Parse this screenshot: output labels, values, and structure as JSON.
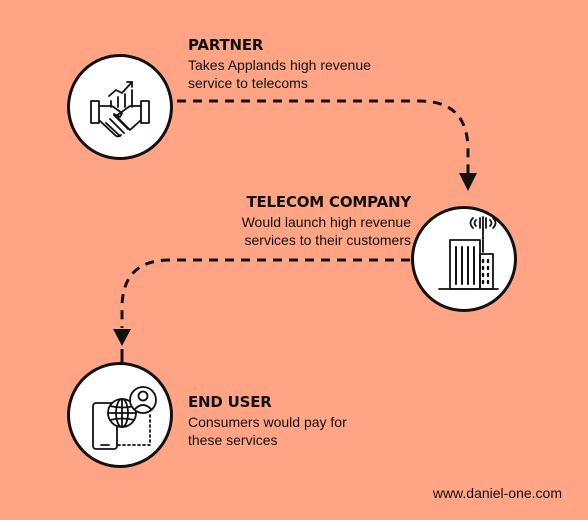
{
  "steps": [
    {
      "title": "PARTNER",
      "description_lines": [
        "Takes Applands high revenue",
        "service to telecoms"
      ],
      "icon": "handshake-growth-icon"
    },
    {
      "title": "TELECOM COMPANY",
      "description_lines": [
        "Would launch high revenue",
        "services to their customers"
      ],
      "icon": "office-buildings-antenna-icon"
    },
    {
      "title": "END USER",
      "description_lines": [
        "Consumers would pay for",
        "these services"
      ],
      "icon": "mobile-globe-user-icon"
    }
  ],
  "footer": {
    "url": "www.daniel-one.com"
  },
  "colors": {
    "background": "#FFA586",
    "stroke": "#111111",
    "circle_fill": "#FFFFFF"
  }
}
